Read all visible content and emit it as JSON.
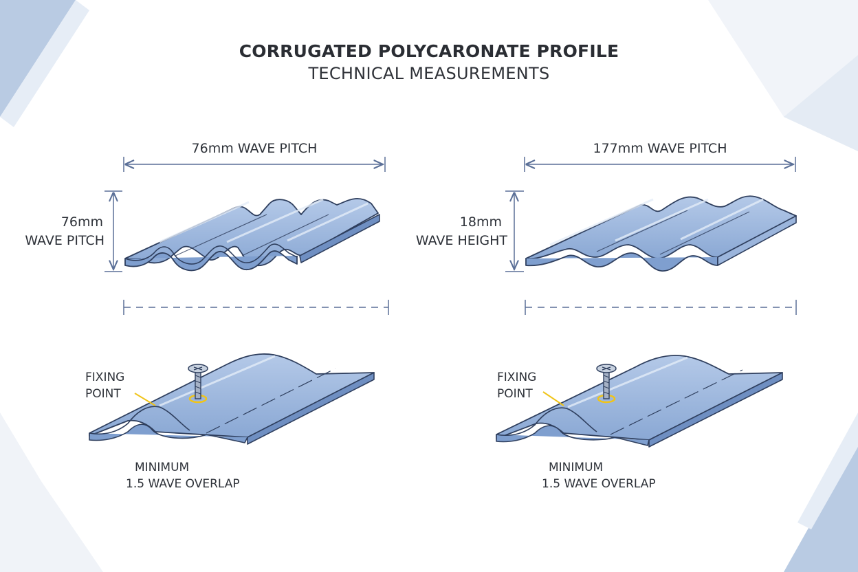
{
  "title": "CORRUGATED POLYCARONATE PROFILE",
  "subtitle": "TECHNICAL MEASUREMENTS",
  "left_profile": {
    "pitch_label": "76mm WAVE PITCH",
    "vertical_value": "76mm",
    "vertical_label": "WAVE PITCH"
  },
  "right_profile": {
    "pitch_label": "177mm WAVE PITCH",
    "vertical_value": "18mm",
    "vertical_label": "WAVE HEIGHT"
  },
  "left_overlap": {
    "fixing_line1": "FIXING",
    "fixing_line2": "POINT",
    "overlap_line1": "MINIMUM",
    "overlap_line2": "1.5 WAVE OVERLAP"
  },
  "right_overlap": {
    "fixing_line1": "FIXING",
    "fixing_line2": "POINT",
    "overlap_line1": "MINIMUM",
    "overlap_line2": "1.5 WAVE OVERLAP"
  },
  "colors": {
    "sheet_fill": "#7f9fcf",
    "sheet_top": "#a9c1e6",
    "sheet_edge": "#2f3f5e",
    "dimension_line": "#5a6f97",
    "fixing_highlight": "#f0c419",
    "background_shapes": "#c9d7ea"
  }
}
